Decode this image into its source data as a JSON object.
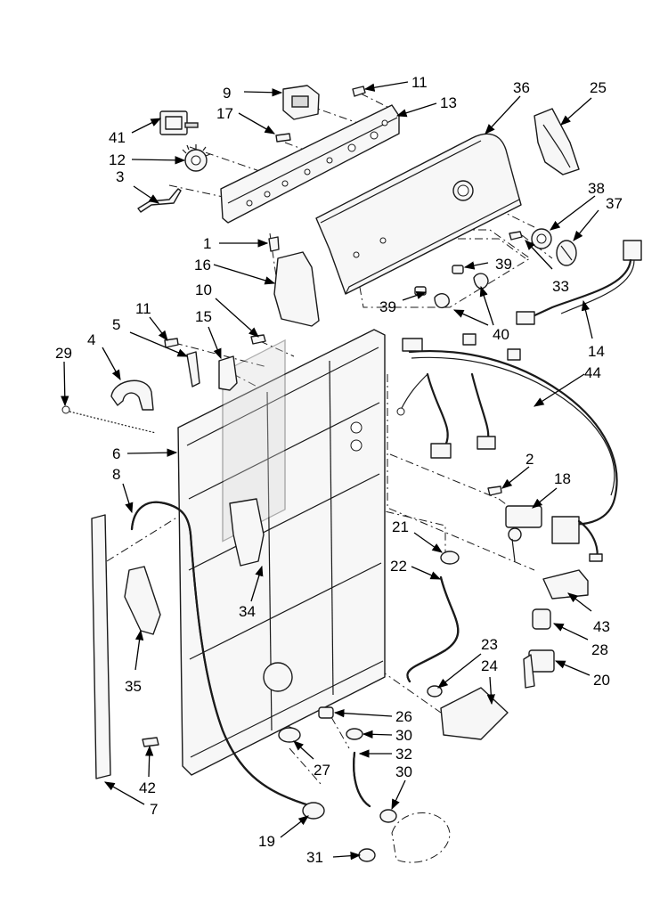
{
  "diagram": {
    "callouts": [
      {
        "id": "c1",
        "label": "1"
      },
      {
        "id": "c2",
        "label": "2"
      },
      {
        "id": "c3",
        "label": "3"
      },
      {
        "id": "c4",
        "label": "4"
      },
      {
        "id": "c5",
        "label": "5"
      },
      {
        "id": "c6",
        "label": "6"
      },
      {
        "id": "c7",
        "label": "7"
      },
      {
        "id": "c8",
        "label": "8"
      },
      {
        "id": "c9",
        "label": "9"
      },
      {
        "id": "c10",
        "label": "10"
      },
      {
        "id": "c11a",
        "label": "11"
      },
      {
        "id": "c11b",
        "label": "11"
      },
      {
        "id": "c12",
        "label": "12"
      },
      {
        "id": "c13",
        "label": "13"
      },
      {
        "id": "c14",
        "label": "14"
      },
      {
        "id": "c15",
        "label": "15"
      },
      {
        "id": "c16",
        "label": "16"
      },
      {
        "id": "c17",
        "label": "17"
      },
      {
        "id": "c18",
        "label": "18"
      },
      {
        "id": "c19",
        "label": "19"
      },
      {
        "id": "c20",
        "label": "20"
      },
      {
        "id": "c21",
        "label": "21"
      },
      {
        "id": "c22",
        "label": "22"
      },
      {
        "id": "c23",
        "label": "23"
      },
      {
        "id": "c24",
        "label": "24"
      },
      {
        "id": "c25",
        "label": "25"
      },
      {
        "id": "c26",
        "label": "26"
      },
      {
        "id": "c27",
        "label": "27"
      },
      {
        "id": "c28",
        "label": "28"
      },
      {
        "id": "c29",
        "label": "29"
      },
      {
        "id": "c30a",
        "label": "30"
      },
      {
        "id": "c30b",
        "label": "30"
      },
      {
        "id": "c31",
        "label": "31"
      },
      {
        "id": "c32",
        "label": "32"
      },
      {
        "id": "c33",
        "label": "33"
      },
      {
        "id": "c34",
        "label": "34"
      },
      {
        "id": "c35",
        "label": "35"
      },
      {
        "id": "c36",
        "label": "36"
      },
      {
        "id": "c37",
        "label": "37"
      },
      {
        "id": "c38",
        "label": "38"
      },
      {
        "id": "c39a",
        "label": "39"
      },
      {
        "id": "c39b",
        "label": "39"
      },
      {
        "id": "c40",
        "label": "40"
      },
      {
        "id": "c41",
        "label": "41"
      },
      {
        "id": "c42",
        "label": "42"
      },
      {
        "id": "c43",
        "label": "43"
      },
      {
        "id": "c44",
        "label": "44"
      }
    ]
  }
}
